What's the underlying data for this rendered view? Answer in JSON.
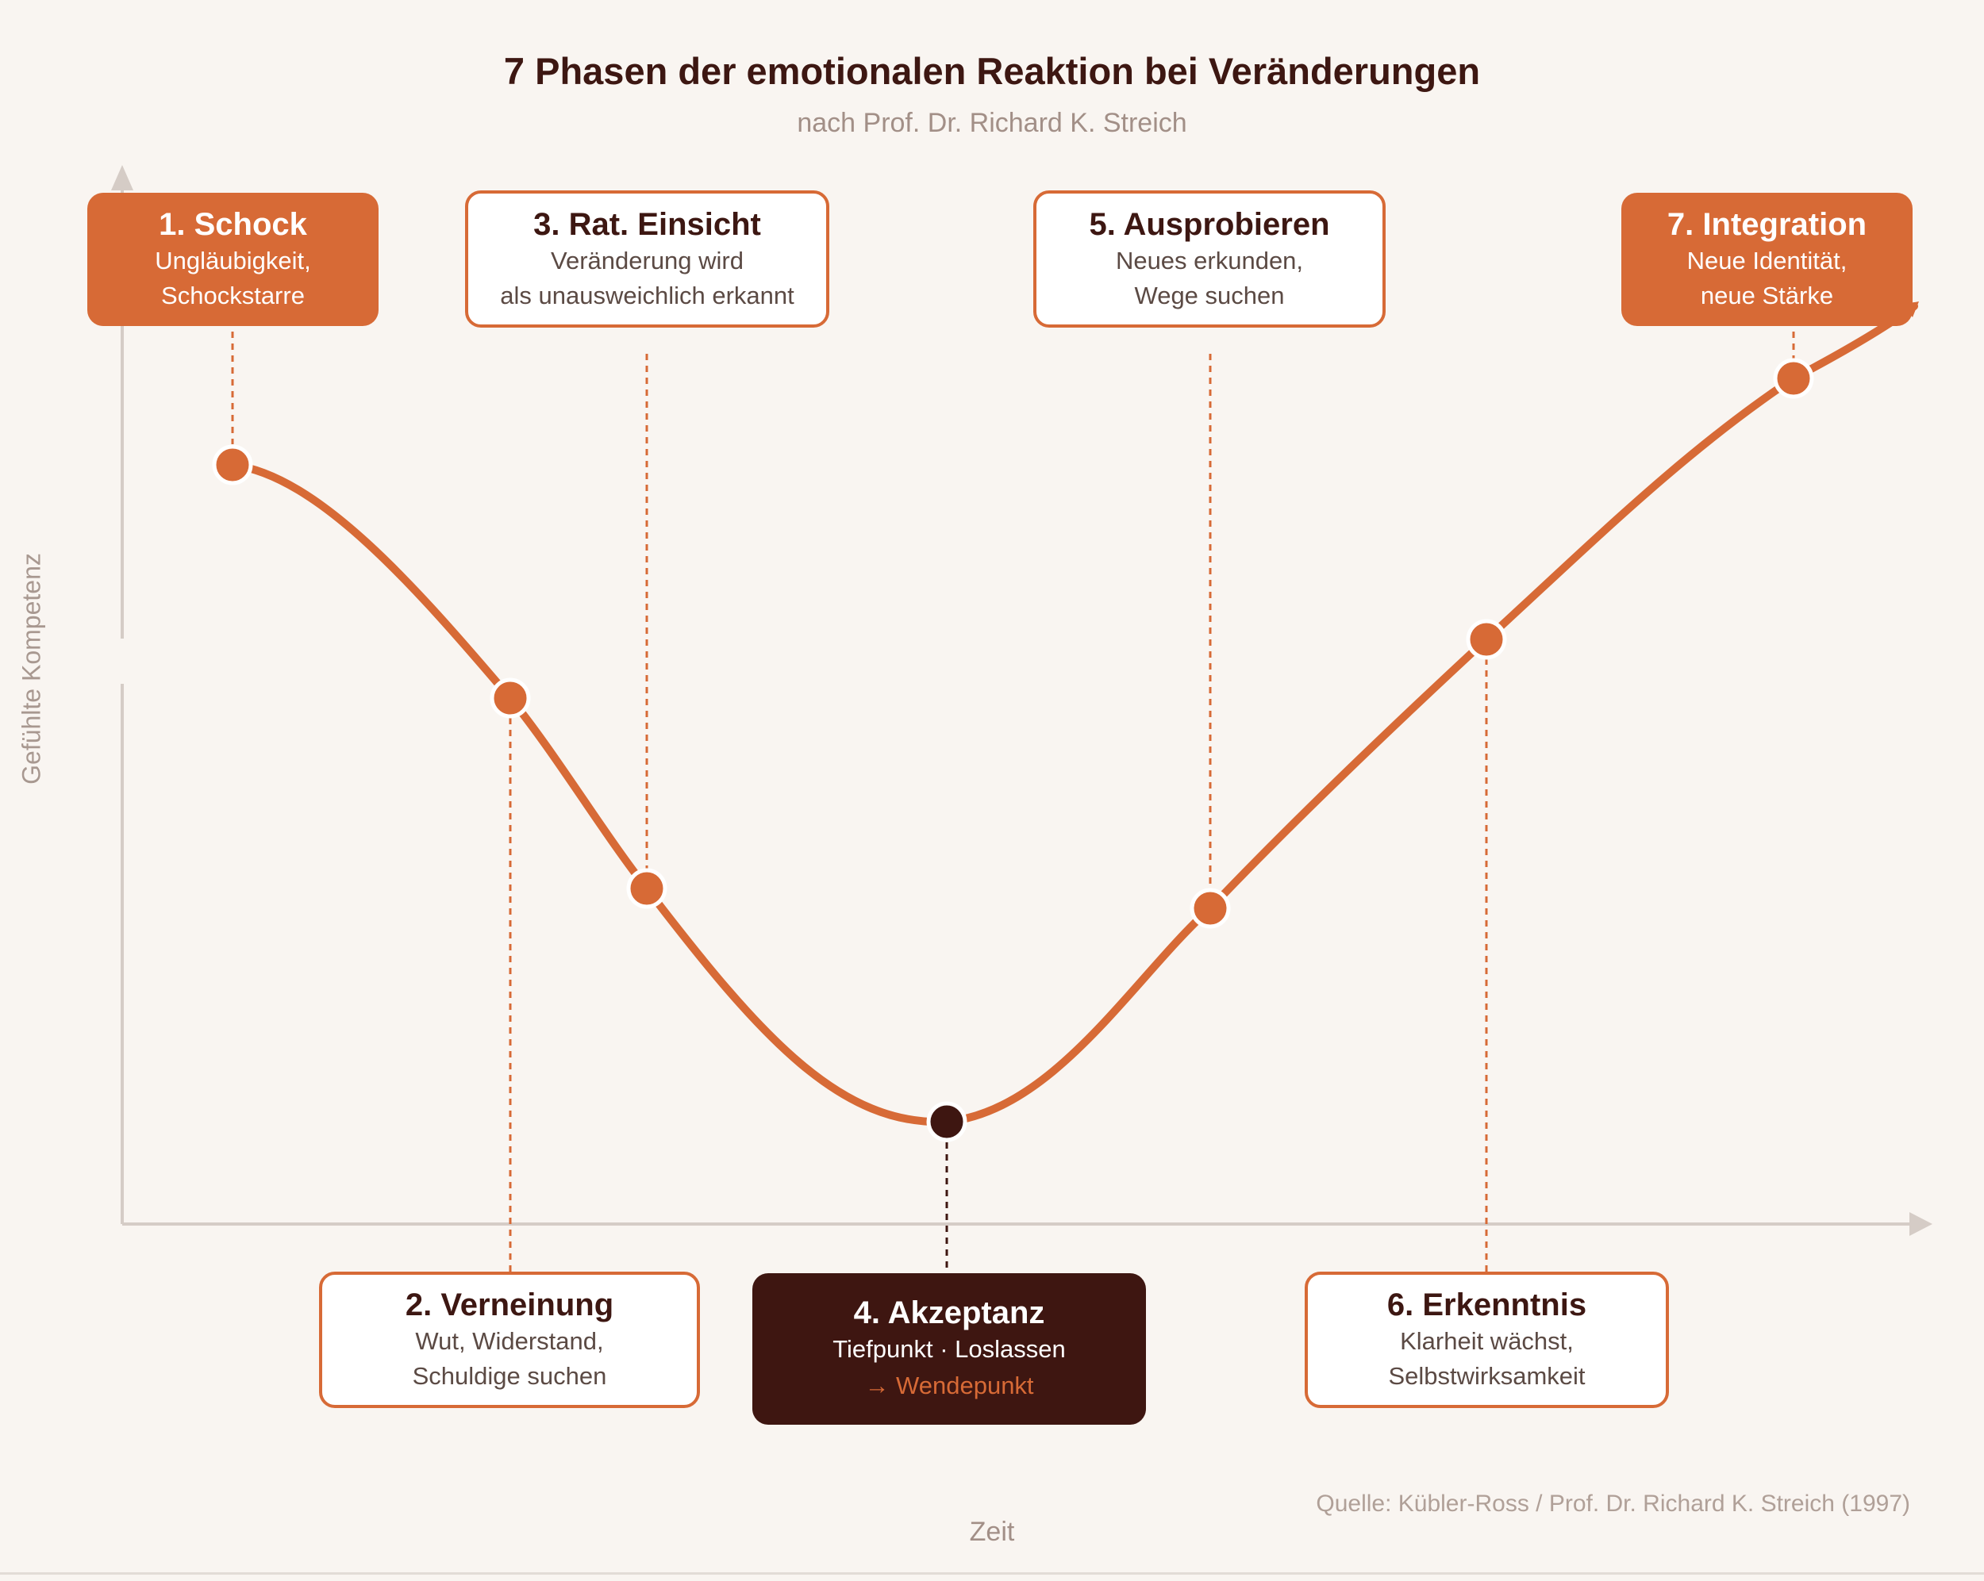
{
  "header": {
    "title": "7 Phasen der emotionalen Reaktion bei Veränderungen",
    "subtitle": "nach Prof. Dr. Richard K. Streich"
  },
  "axes": {
    "y_label": "Gefühlte Kompetenz",
    "x_label": "Zeit"
  },
  "phases": [
    {
      "title": "1. Schock",
      "desc_line1": "Ungläubigkeit,",
      "desc_line2": "Schockstarre",
      "style": "filled"
    },
    {
      "title": "2. Verneinung",
      "desc_line1": "Wut, Widerstand,",
      "desc_line2": "Schuldige suchen",
      "style": "outline"
    },
    {
      "title": "3. Rat. Einsicht",
      "desc_line1": "Veränderung wird",
      "desc_line2": "als unausweichlich erkannt",
      "style": "outline"
    },
    {
      "title": "4. Akzeptanz",
      "desc_line1": "Tiefpunkt · Loslassen",
      "extra": "→ Wendepunkt",
      "style": "dark"
    },
    {
      "title": "5. Ausprobieren",
      "desc_line1": "Neues erkunden,",
      "desc_line2": "Wege suchen",
      "style": "outline"
    },
    {
      "title": "6. Erkenntnis",
      "desc_line1": "Klarheit wächst,",
      "desc_line2": "Selbstwirksamkeit",
      "style": "outline"
    },
    {
      "title": "7. Integration",
      "desc_line1": "Neue Identität,",
      "desc_line2": "neue Stärke",
      "style": "filled"
    }
  ],
  "footer": {
    "source": "Quelle: Kübler-Ross / Prof. Dr. Richard K. Streich (1997)"
  },
  "colors": {
    "accent": "#d76a36",
    "dark": "#3e1611",
    "background": "#f9f5f1",
    "axis": "#d5ccc6"
  }
}
